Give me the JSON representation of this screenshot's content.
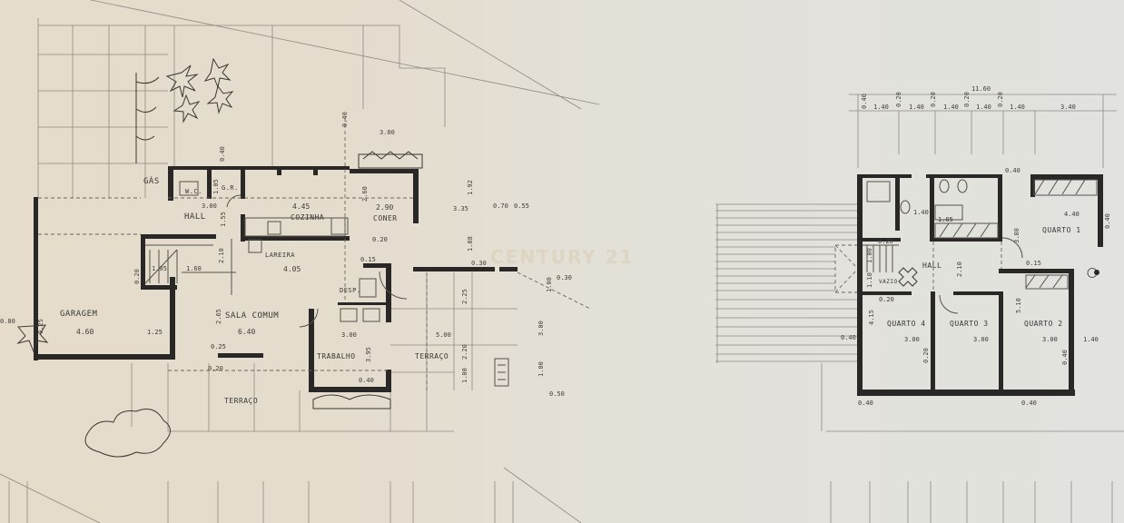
{
  "watermark": "CENTURY 21",
  "ground_floor": {
    "rooms": {
      "gas": "GÁS",
      "wc": "W.C.",
      "gr": "G.R.",
      "hall": "HALL",
      "cozinha": "COZINHA",
      "coner": "CONER",
      "lareira": "LAREIRA",
      "garagem": "GARAGEM",
      "sala_comum": "SALA COMUM",
      "desp": "DESP.",
      "trabalho": "TRABALHO",
      "terraco_right": "TERRAÇO",
      "terraco_bottom": "TERRAÇO"
    },
    "dims": [
      "0.40",
      "3.00",
      "4.45",
      "2.90",
      "2.60",
      "1.05",
      "0.40",
      "1.55",
      "3.00",
      "4.05",
      "2.10",
      "1.60",
      "1.05",
      "0.20",
      "4.60",
      "1.25",
      "2.65",
      "6.40",
      "0.25",
      "0.20",
      "3.00",
      "3.95",
      "0.40",
      "5.00",
      "2.25",
      "2.20",
      "1.00",
      "3.35",
      "1.92",
      "1.88",
      "0.70",
      "0.55",
      "0.30",
      "0.30",
      "1.00",
      "3.00",
      "1.00",
      "0.50",
      "0.20",
      "0.15",
      "0.25",
      "0.80"
    ]
  },
  "upper_floor": {
    "rooms": {
      "quarto1": "QUARTO 1",
      "quarto2": "QUARTO 2",
      "quarto3": "QUARTO 3",
      "quarto4": "QUARTO 4",
      "hall": "HALL",
      "vazio": "VAZIO"
    },
    "dims": [
      "11.60",
      "0.40",
      "1.40",
      "0.20",
      "1.40",
      "0.20",
      "1.40",
      "0.20",
      "1.40",
      "0.20",
      "1.40",
      "3.40",
      "0.40",
      "4.40",
      "0.40",
      "3.80",
      "2.10",
      "5.10",
      "0.15",
      "0.20",
      "1.00",
      "1.10",
      "0.20",
      "4.15",
      "0.40",
      "3.00",
      "3.00",
      "3.00",
      "1.40",
      "0.40",
      "0.40",
      "0.20",
      "0.40",
      "1.05",
      "1.40"
    ]
  }
}
